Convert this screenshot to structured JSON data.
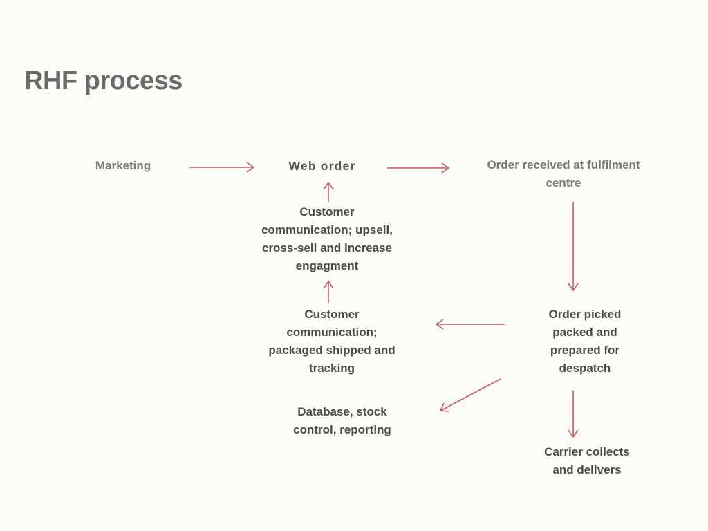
{
  "title": "RHF process",
  "nodes": {
    "marketing": "Marketing",
    "web_order": "Web order",
    "order_received": "Order received at fulfilment\ncentre",
    "customer_comm_upsell": "Customer\ncommunication; upsell,\ncross-sell and increase\nengagment",
    "customer_comm_shipping": "Customer\ncommunication;\npackaged shipped and\ntracking",
    "order_picked": "Order picked\npacked and\nprepared for\ndespatch",
    "database": "Database, stock\ncontrol, reporting",
    "carrier": "Carrier collects\nand delivers"
  },
  "colors": {
    "arrow": "#c8585f",
    "title": "#6b6b6b",
    "text": "#4a4a4a",
    "background": "#fcfcf8"
  }
}
